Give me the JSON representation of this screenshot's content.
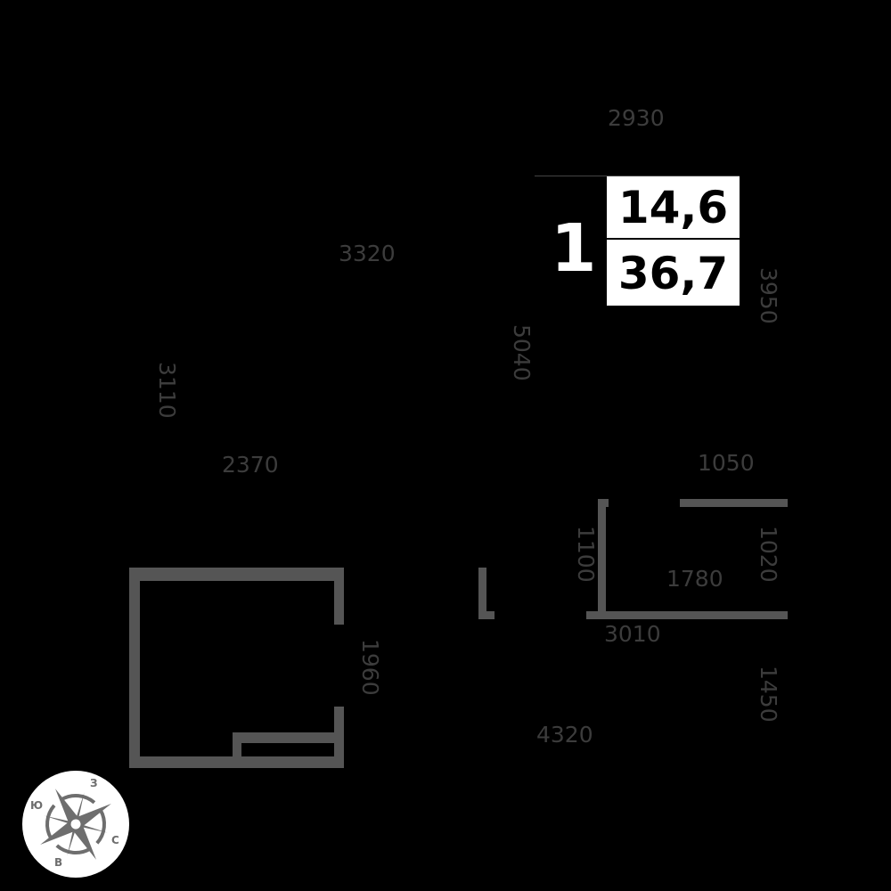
{
  "plan": {
    "room_number": "1",
    "living_area": "14,6",
    "total_area": "36,7"
  },
  "dimensions": {
    "d2930": "2930",
    "d3320": "3320",
    "d3950": "3950",
    "d5040": "5040",
    "d3110": "3110",
    "d2370": "2370",
    "d1050": "1050",
    "d1100": "1100",
    "d1020": "1020",
    "d1780": "1780",
    "d3010": "3010",
    "d1960": "1960",
    "d1450": "1450",
    "d4320": "4320"
  },
  "compass": {
    "north": "С",
    "south": "Ю",
    "east": "В",
    "west": "З"
  },
  "colors": {
    "background": "#000000",
    "wall": "#555555",
    "dimension_text": "#3c3c3c",
    "area_box": "#ffffff"
  }
}
